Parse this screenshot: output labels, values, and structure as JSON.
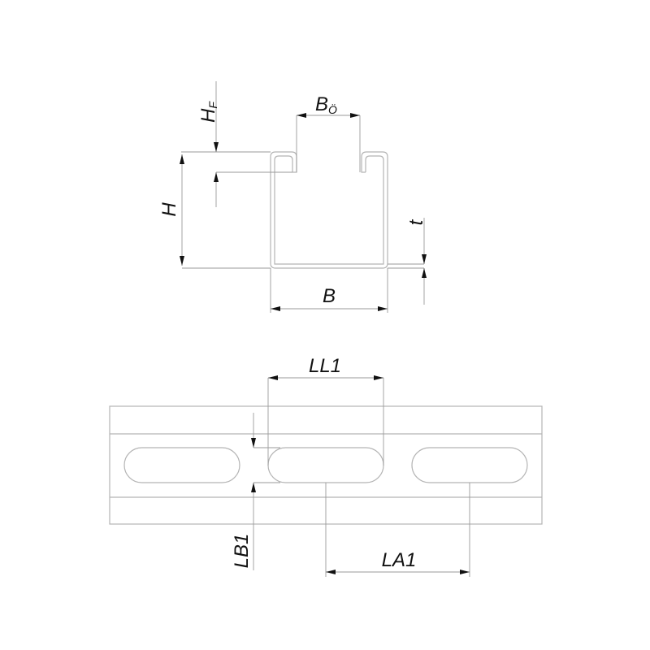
{
  "profile_view": {
    "labels": {
      "height_flange": {
        "main": "H",
        "sub": "F"
      },
      "opening_width": {
        "main": "B",
        "sub": "Ö"
      },
      "height": "H",
      "thickness": "t",
      "width": "B"
    }
  },
  "rail_view": {
    "slot_count": 3,
    "labels": {
      "slot_length": {
        "main": "LL",
        "sub": "1"
      },
      "slot_width": {
        "main": "LB",
        "sub": "1"
      },
      "slot_spacing": {
        "main": "LA",
        "sub": "1"
      }
    }
  },
  "colors": {
    "outline": "#b4b4b4",
    "dimension": "#9a9a9a",
    "arrow": "#111111"
  }
}
